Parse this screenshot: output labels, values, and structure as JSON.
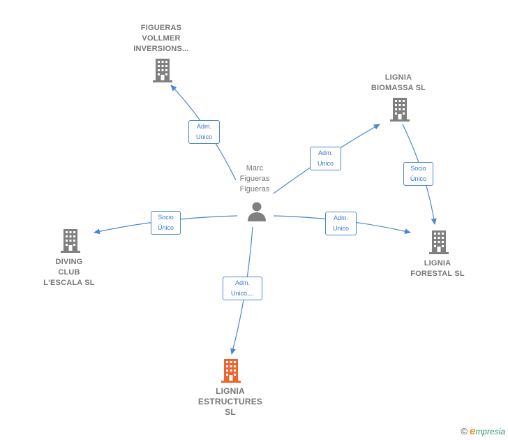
{
  "colors": {
    "edge": "#4a86d4",
    "company_icon": "#808080",
    "main_company_icon": "#ef6530",
    "person_icon": "#808080",
    "label_text": "#777777"
  },
  "person": {
    "icon": "person-icon",
    "lines": [
      "Marc",
      "Figueras",
      "Figueras"
    ]
  },
  "companies": {
    "figueras_vollmer": {
      "icon": "building-icon",
      "lines": [
        "FIGUERAS",
        "VOLLMER",
        "INVERSIONS..."
      ]
    },
    "lignia_biomassa": {
      "icon": "building-icon",
      "lines": [
        "LIGNIA",
        "BIOMASSA  SL"
      ]
    },
    "lignia_forestal": {
      "icon": "building-icon",
      "lines": [
        "LIGNIA",
        "FORESTAL  SL"
      ]
    },
    "diving_club": {
      "icon": "building-icon",
      "lines": [
        "DIVING",
        "CLUB",
        "L'ESCALA SL"
      ]
    },
    "lignia_estructures": {
      "icon": "building-icon",
      "lines": [
        "LIGNIA",
        "ESTRUCTURES",
        "SL"
      ]
    }
  },
  "edges": {
    "to_figueras_vollmer": [
      "Adm.",
      "Unico"
    ],
    "to_lignia_biomassa": [
      "Adm.",
      "Unico"
    ],
    "biomassa_to_forestal": [
      "Socio",
      "Único"
    ],
    "to_lignia_forestal": [
      "Adm.",
      "Unico"
    ],
    "to_diving_club": [
      "Socio",
      "Único"
    ],
    "to_lignia_estructures": [
      "Adm.",
      "Unico,..."
    ]
  },
  "footer": {
    "copyright_symbol": "©",
    "brand_first": "e",
    "brand_rest": "mpresia"
  }
}
